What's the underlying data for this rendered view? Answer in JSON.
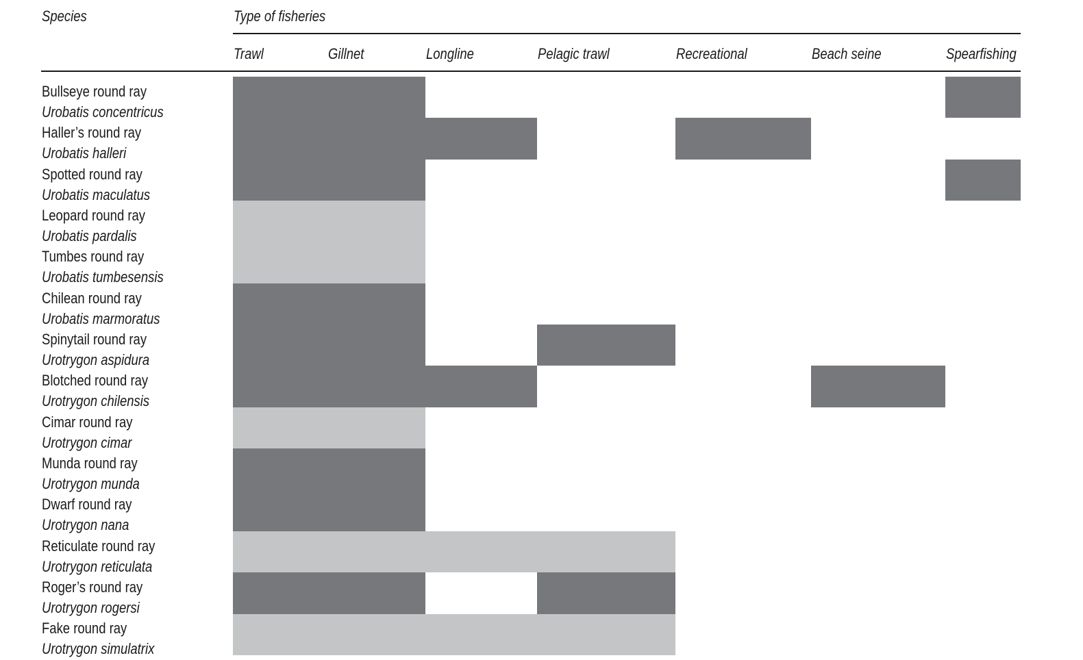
{
  "header": {
    "species_label": "Species",
    "fisheries_label": "Type of fisheries"
  },
  "columns": [
    "Trawl",
    "Gillnet",
    "Longline",
    "Pelagic trawl",
    "Recreational",
    "Beach seine",
    "Spearfishing"
  ],
  "legend_colors": {
    "dark": "#77787b",
    "light": "#c4c5c7"
  },
  "rows": [
    {
      "common": "Bullseye round ray",
      "scientific": "Urobatis concentricus",
      "cells": [
        "dark",
        "dark",
        "",
        "",
        "",
        "",
        "dark"
      ]
    },
    {
      "common": "Haller’s round ray",
      "scientific": "Urobatis halleri",
      "cells": [
        "dark",
        "dark",
        "dark",
        "",
        "dark",
        "",
        ""
      ]
    },
    {
      "common": "Spotted round ray",
      "scientific": "Urobatis maculatus",
      "cells": [
        "dark",
        "dark",
        "",
        "",
        "",
        "",
        "dark"
      ]
    },
    {
      "common": "Leopard round ray",
      "scientific": "Urobatis pardalis",
      "cells": [
        "light",
        "light",
        "",
        "",
        "",
        "",
        ""
      ]
    },
    {
      "common": "Tumbes round ray",
      "scientific": "Urobatis tumbesensis",
      "cells": [
        "light",
        "light",
        "",
        "",
        "",
        "",
        ""
      ]
    },
    {
      "common": "Chilean round ray",
      "scientific": "Urobatis marmoratus",
      "cells": [
        "dark",
        "dark",
        "",
        "",
        "",
        "",
        ""
      ]
    },
    {
      "common": "Spinytail round ray",
      "scientific": "Urotrygon aspidura",
      "cells": [
        "dark",
        "dark",
        "",
        "dark",
        "",
        "",
        ""
      ]
    },
    {
      "common": "Blotched round ray",
      "scientific": "Urotrygon chilensis",
      "cells": [
        "dark",
        "dark",
        "dark",
        "",
        "",
        "dark",
        ""
      ]
    },
    {
      "common": "Cimar round ray",
      "scientific": "Urotrygon cimar",
      "cells": [
        "light",
        "light",
        "",
        "",
        "",
        "",
        ""
      ]
    },
    {
      "common": "Munda round ray",
      "scientific": "Urotrygon munda",
      "cells": [
        "dark",
        "dark",
        "",
        "",
        "",
        "",
        ""
      ]
    },
    {
      "common": "Dwarf round ray",
      "scientific": "Urotrygon nana",
      "cells": [
        "dark",
        "dark",
        "",
        "",
        "",
        "",
        ""
      ]
    },
    {
      "common": "Reticulate round ray",
      "scientific": "Urotrygon reticulata",
      "cells": [
        "light",
        "light",
        "light",
        "light",
        "",
        "",
        ""
      ]
    },
    {
      "common": "Roger’s round ray",
      "scientific": "Urotrygon rogersi",
      "cells": [
        "dark",
        "dark",
        "",
        "dark",
        "",
        "",
        ""
      ]
    },
    {
      "common": "Fake round ray",
      "scientific": "Urotrygon simulatrix",
      "cells": [
        "light",
        "light",
        "light",
        "light",
        "",
        "",
        ""
      ]
    }
  ]
}
